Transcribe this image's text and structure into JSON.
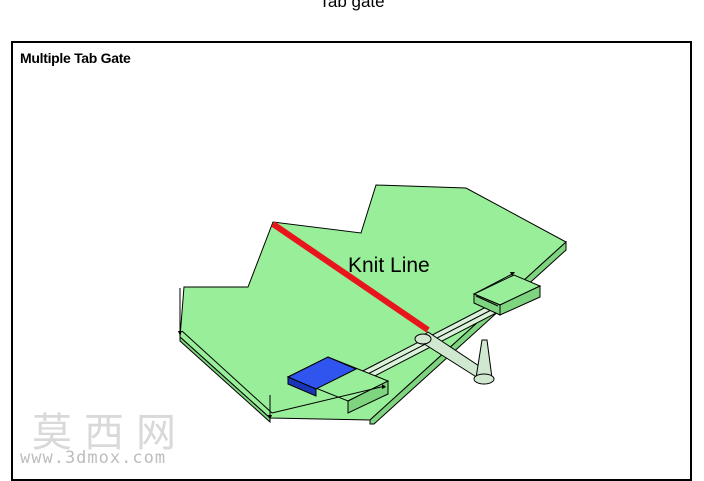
{
  "header": {
    "title": "Tab gate"
  },
  "panel": {
    "title": "Multiple Tab Gate"
  },
  "diagram": {
    "knit_line_label": "Knit Line",
    "colors": {
      "part": "#99ee99",
      "outline": "#000000",
      "knit_line": "#e8161c",
      "tab": "#2547e0",
      "runner": "#cfe8cf"
    }
  },
  "watermark": {
    "chinese": "莫西网",
    "url": "www.3dmox.com"
  }
}
